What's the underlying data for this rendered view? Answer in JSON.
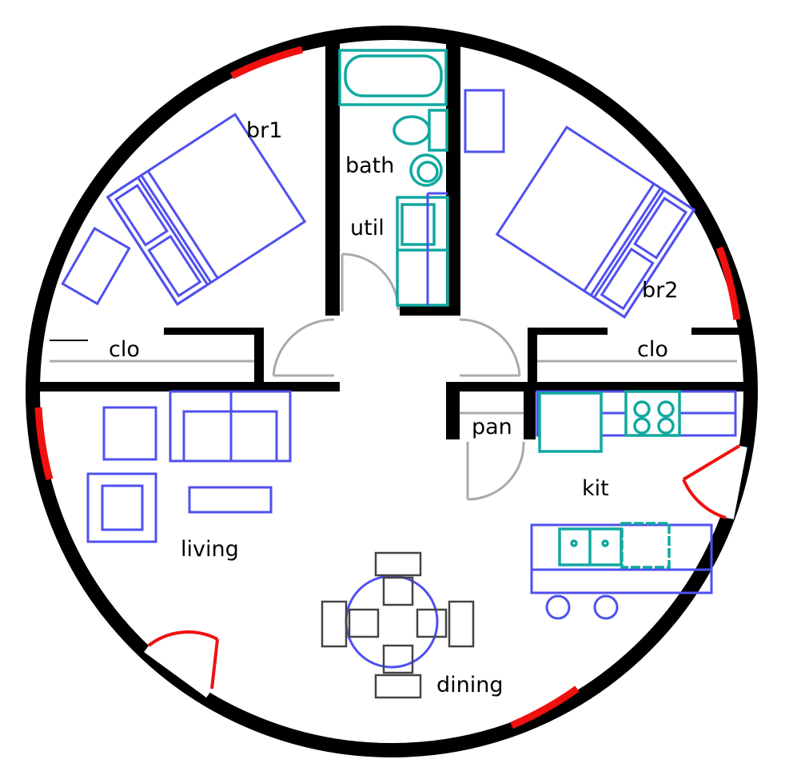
{
  "rooms": {
    "br1": "br1",
    "bath": "bath",
    "util": "util",
    "br2": "br2",
    "clo_left": "clo",
    "clo_right": "clo",
    "pan": "pan",
    "kit": "kit",
    "living": "living",
    "dining": "dining"
  },
  "colors": {
    "wall": "#000000",
    "furniture": "#5050f0",
    "fixtures": "#10a8a0",
    "windows_doors_exterior": "#f01010",
    "interior_doors": "#aaaaaa",
    "window_jambs": "#f08020"
  }
}
